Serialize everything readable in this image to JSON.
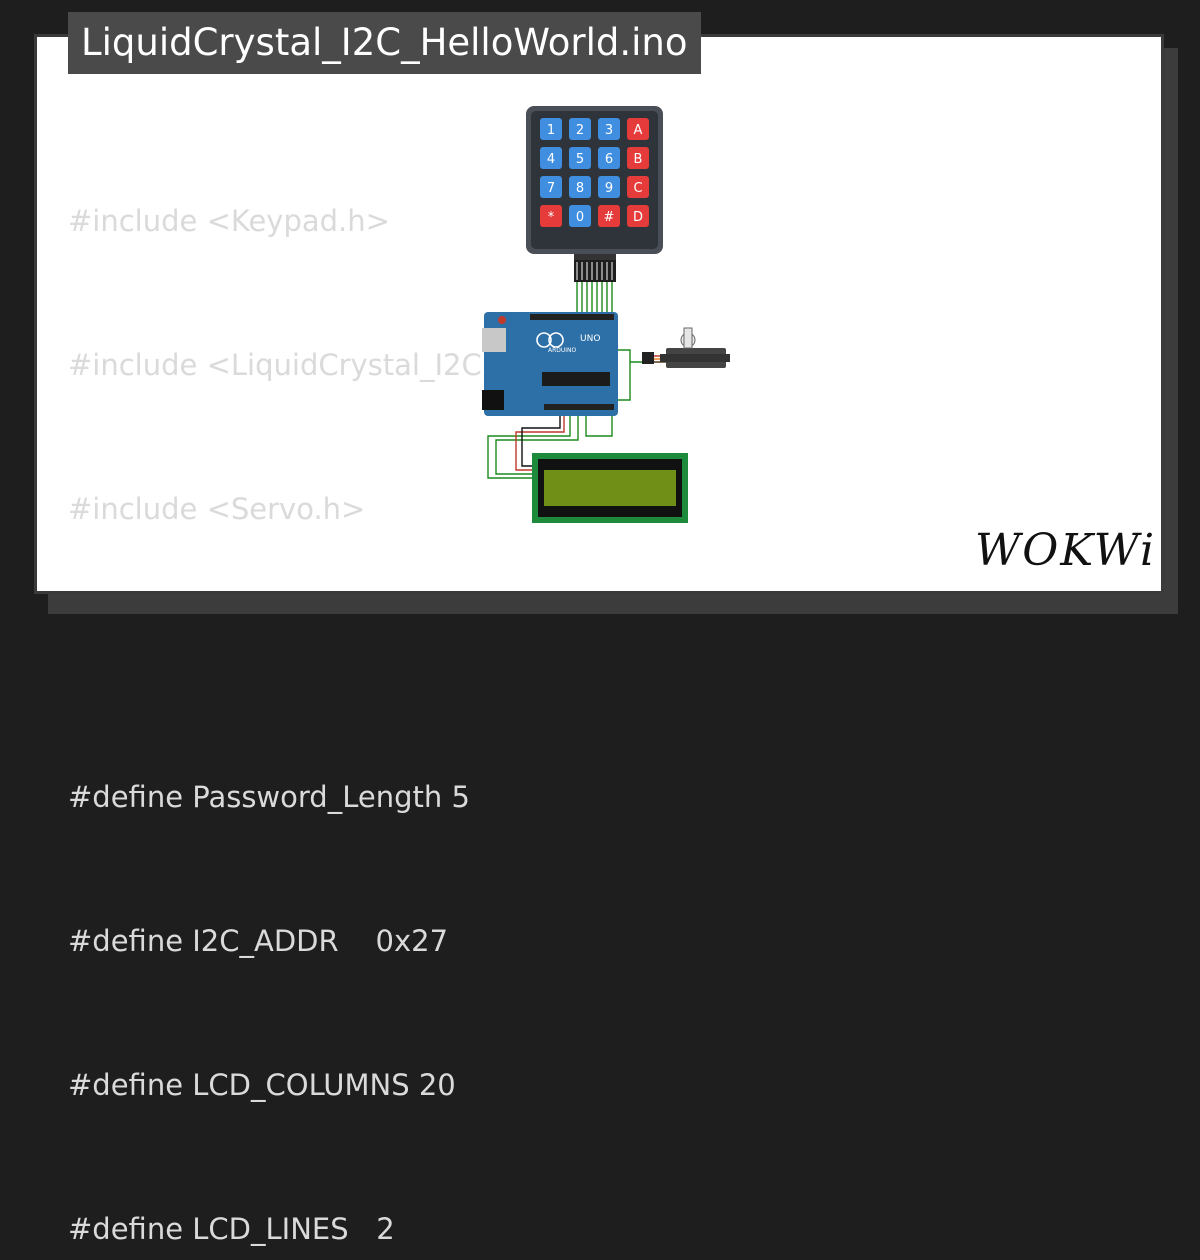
{
  "title": "LiquidCrystal_I2C_HelloWorld.ino",
  "code_lines": [
    "#include <Keypad.h>",
    "#include <LiquidCrystal_I2C.h>",
    "#include <Servo.h>",
    "",
    "#define Password_Length 5",
    "#define I2C_ADDR    0x27",
    "#define LCD_COLUMNS 20",
    "#define LCD_LINES   2"
  ],
  "keypad": {
    "rows": [
      [
        "1",
        "2",
        "3",
        "A"
      ],
      [
        "4",
        "5",
        "6",
        "B"
      ],
      [
        "7",
        "8",
        "9",
        "C"
      ],
      [
        "*",
        "0",
        "#",
        "D"
      ]
    ]
  },
  "board": {
    "model": "UNO",
    "brand": "ARDUINO"
  },
  "logo": "WOKWi",
  "colors": {
    "page_bg": "#1e1e1e",
    "card_bg": "#ffffff",
    "title_bg": "#4a4a4a",
    "code_text": "#dadada",
    "key_blue": "#3f8ee0",
    "key_red": "#e53b3b",
    "board_blue": "#2d6fa7",
    "lcd_green": "#1e8a3c",
    "lcd_screen": "#6f8f16"
  }
}
